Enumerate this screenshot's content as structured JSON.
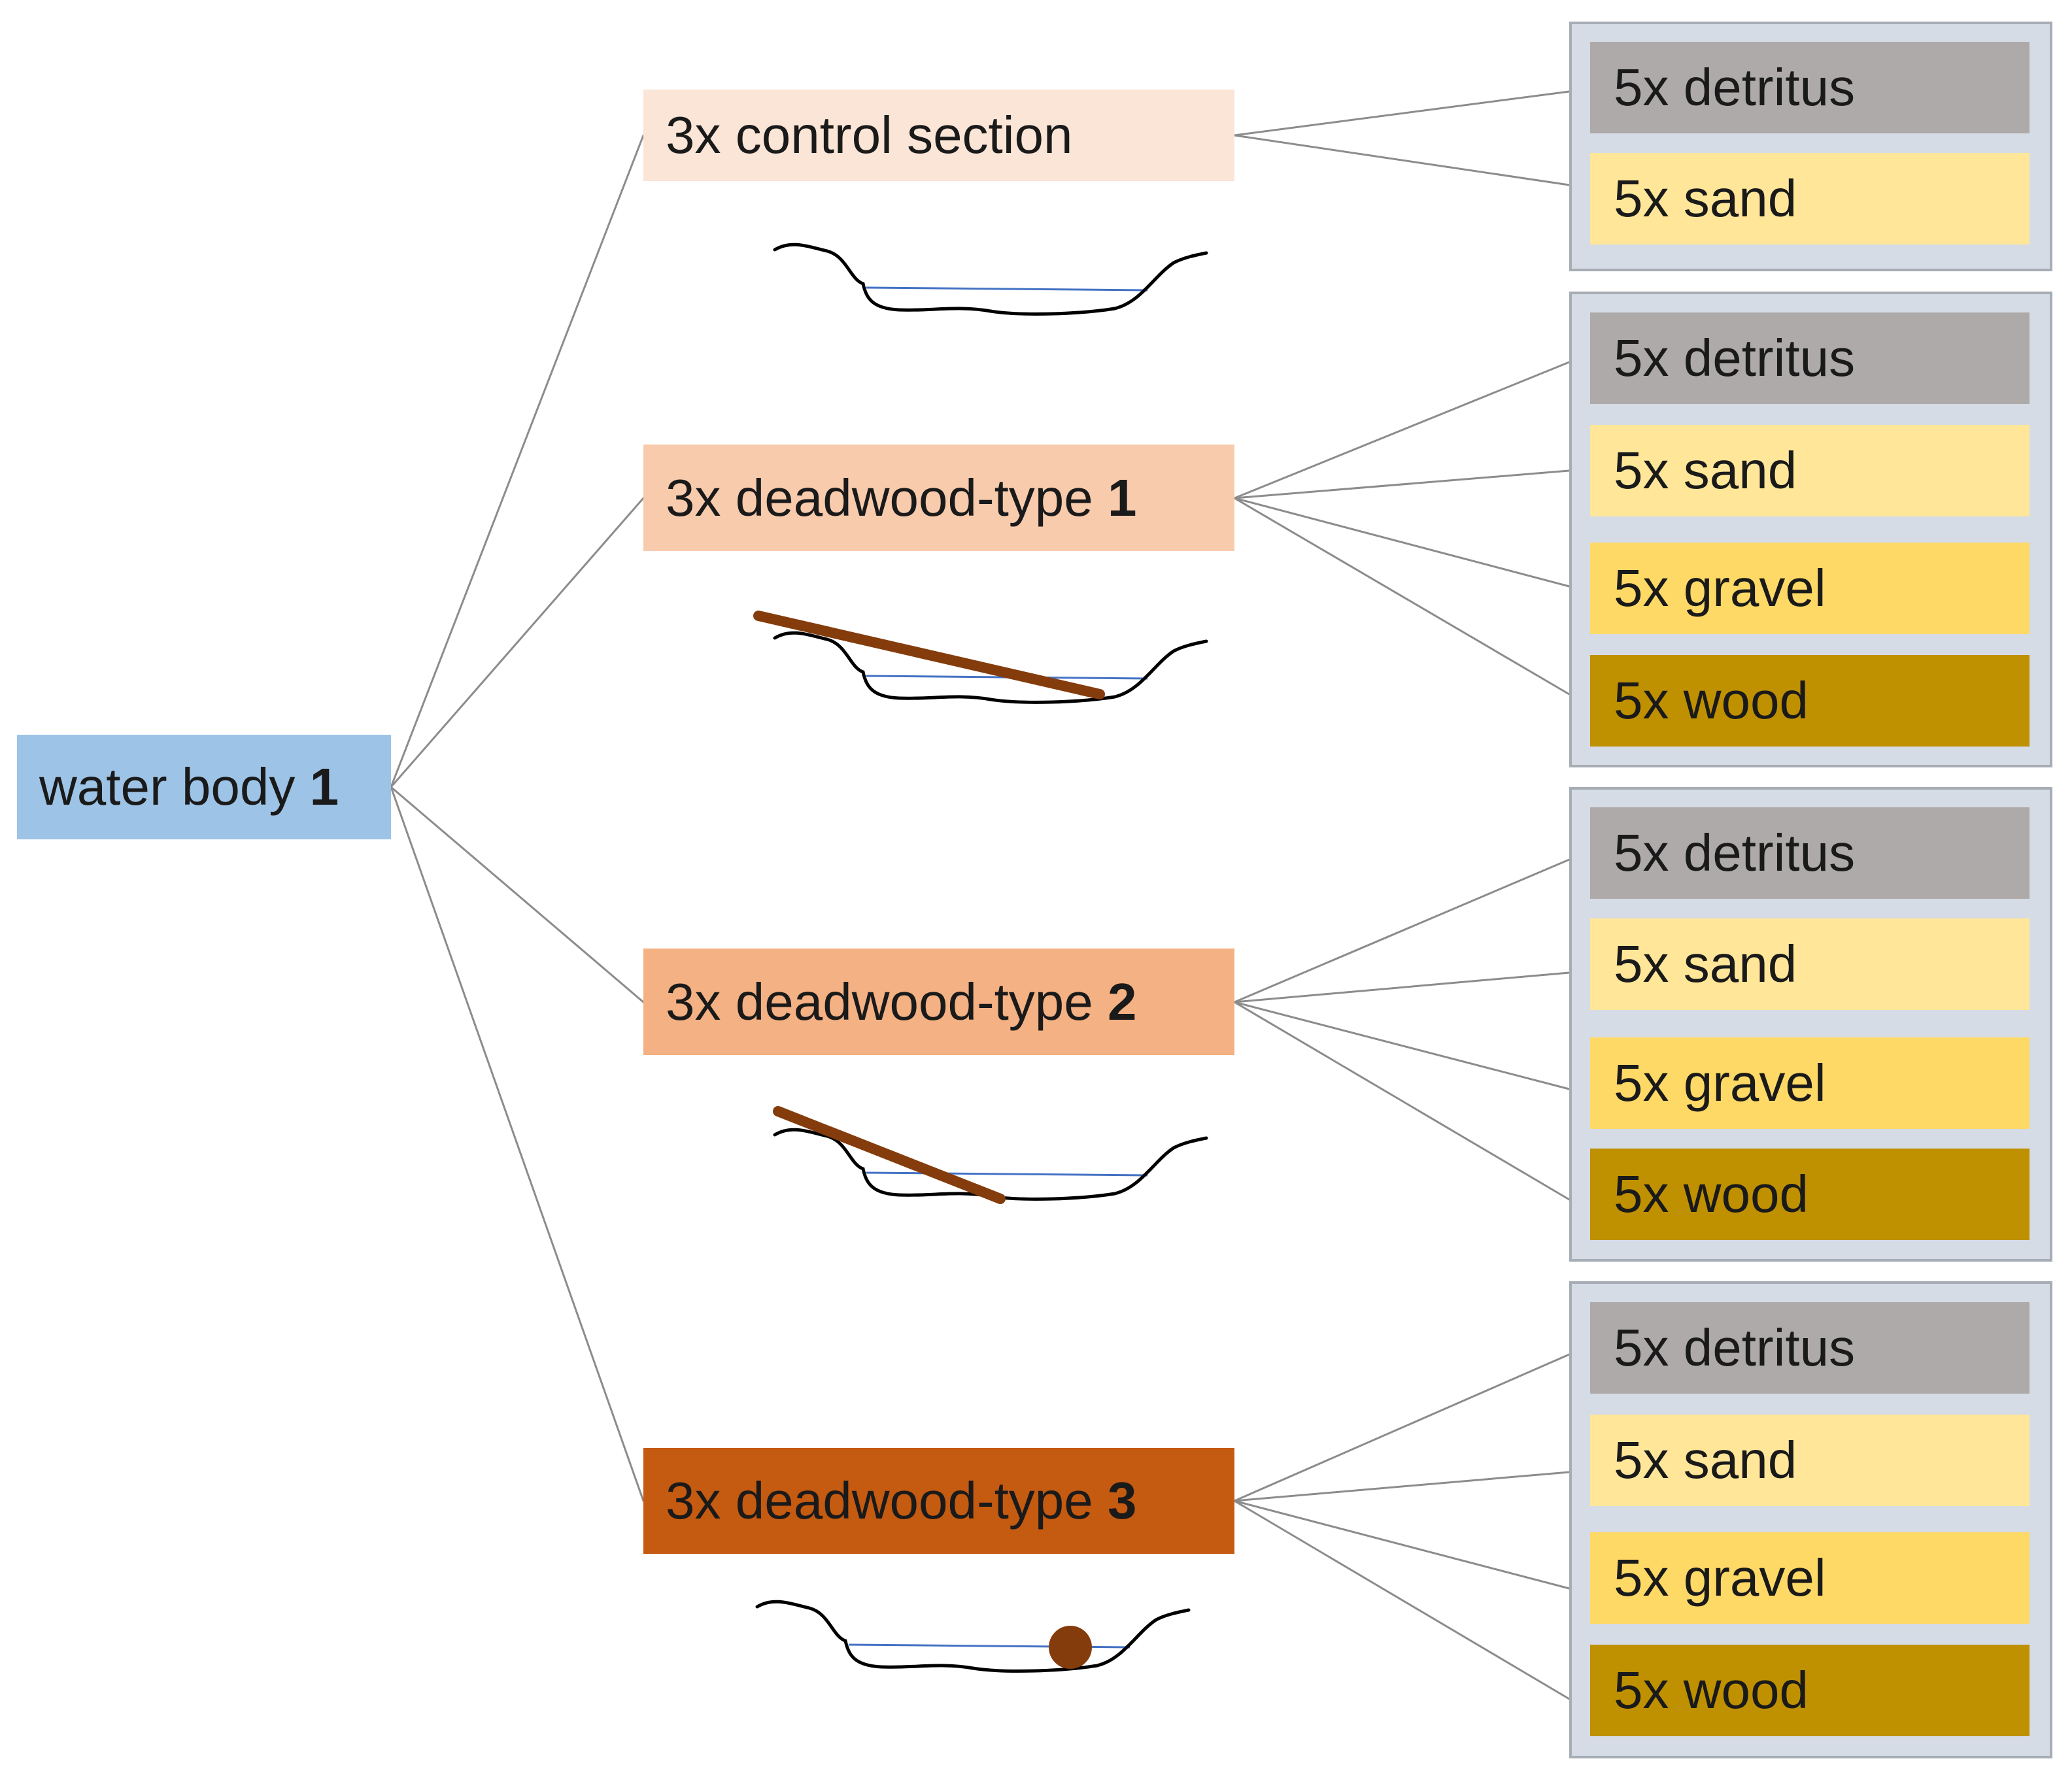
{
  "colors": {
    "root": "#9dc3e6",
    "control": "#fbe5d6",
    "type1": "#f8cbad",
    "type2": "#f4b183",
    "type3": "#c55a11",
    "detritus": "#aeaaaa",
    "sand": "#ffe699",
    "gravel": "#ffd966",
    "wood": "#bf9000",
    "connector": "#8c8c8c",
    "water_line": "#4472c4",
    "deadwood": "#843c0c"
  },
  "root": {
    "label": "water body",
    "number": "1"
  },
  "treatments": [
    {
      "label": "3x control section",
      "number": "",
      "substrates": [
        {
          "label": "5x detritus",
          "kind": "detritus"
        },
        {
          "label": "5x sand",
          "kind": "sand"
        }
      ]
    },
    {
      "label": "3x deadwood-type",
      "number": "1",
      "substrates": [
        {
          "label": "5x detritus",
          "kind": "detritus"
        },
        {
          "label": "5x sand",
          "kind": "sand"
        },
        {
          "label": "5x gravel",
          "kind": "gravel"
        },
        {
          "label": "5x wood",
          "kind": "wood"
        }
      ]
    },
    {
      "label": "3x deadwood-type",
      "number": "2",
      "substrates": [
        {
          "label": "5x detritus",
          "kind": "detritus"
        },
        {
          "label": "5x sand",
          "kind": "sand"
        },
        {
          "label": "5x gravel",
          "kind": "gravel"
        },
        {
          "label": "5x wood",
          "kind": "wood"
        }
      ]
    },
    {
      "label": "3x deadwood-type",
      "number": "3",
      "substrates": [
        {
          "label": "5x detritus",
          "kind": "detritus"
        },
        {
          "label": "5x sand",
          "kind": "sand"
        },
        {
          "label": "5x gravel",
          "kind": "gravel"
        },
        {
          "label": "5x wood",
          "kind": "wood"
        }
      ]
    }
  ]
}
